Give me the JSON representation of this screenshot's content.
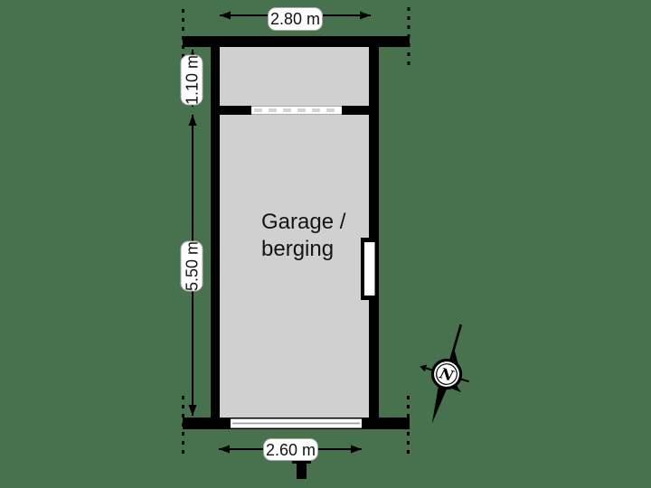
{
  "floorplan": {
    "room": {
      "name_line1": "Garage /",
      "name_line2": "berging"
    },
    "dimensions": {
      "width_top": "2.80 m",
      "height_upper": "1.10 m",
      "height_main": "5.50 m",
      "width_bottom": "2.60 m"
    },
    "compass": {
      "north_label": "N"
    },
    "colors": {
      "background": "#48714e",
      "floor": "#d0d0d0",
      "wall": "#000000",
      "label_background": "#ffffff",
      "label_border": "#ababab",
      "opening_dash": "#d5d5d5",
      "garage_door_line": "#a0a0a0"
    }
  }
}
